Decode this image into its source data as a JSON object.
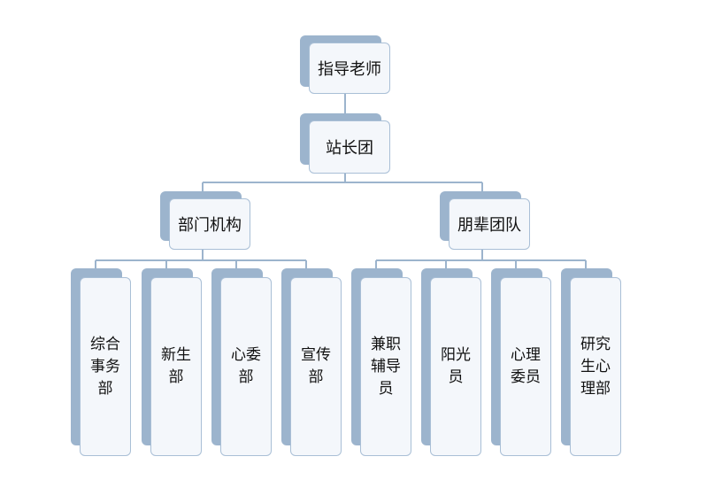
{
  "root": {
    "label": "指导老师"
  },
  "level1": {
    "label": "站长团"
  },
  "branches": [
    {
      "label": "部门机构",
      "children": [
        {
          "label": "综合事务部"
        },
        {
          "label": "新生部"
        },
        {
          "label": "心委部"
        },
        {
          "label": "宣传部"
        }
      ]
    },
    {
      "label": "朋辈团队",
      "children": [
        {
          "label": "兼职辅导员"
        },
        {
          "label": "阳光员"
        },
        {
          "label": "心理委员"
        },
        {
          "label": "研究生心理部"
        }
      ]
    }
  ],
  "colors": {
    "connector": "#9cb4cd",
    "shadow": "#9cb4cd",
    "card_fill": "#f4f7fb",
    "card_border": "#a9bfd6"
  }
}
